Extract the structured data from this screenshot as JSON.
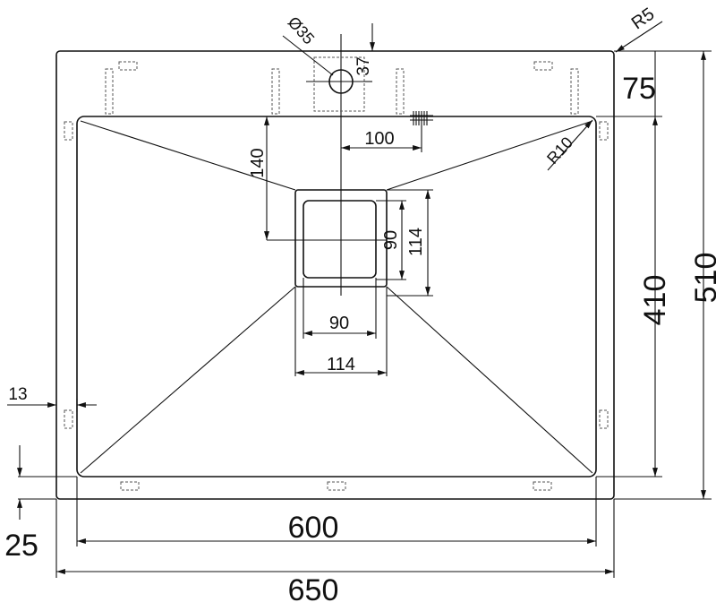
{
  "drawing": {
    "colors": {
      "line": "#111111",
      "background": "#ffffff"
    },
    "dimensions": {
      "outer_width": "650",
      "bowl_width": "600",
      "outer_height": "510",
      "bowl_height": "410",
      "back_ledge": "75",
      "front_offset": "25",
      "side_offset": "13",
      "drain_outer_width": "114",
      "drain_outer_height": "114",
      "drain_inner_width": "90",
      "drain_inner_height": "90",
      "drain_to_back": "140",
      "drain_to_tap": "100",
      "tap_hole_diameter": "Ø35",
      "tap_hole_offset": "37",
      "corner_radius_outer": "R5",
      "corner_radius_bowl": "R10"
    }
  }
}
